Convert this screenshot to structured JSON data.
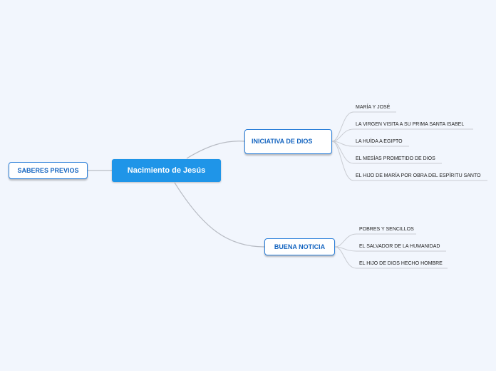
{
  "diagram": {
    "root": {
      "label": "Nacimiento de Jesús"
    },
    "left_topic": {
      "label": "SABERES PREVIOS"
    },
    "topics": [
      {
        "label": "INICIATIVA DE DIOS",
        "children": [
          "MARÍA Y JOSÉ",
          "LA VIRGEN VISITA A SU PRIMA SANTA ISABEL",
          "LA HUÍDA A EGIPTO",
          "EL MESÍAS PROMETIDO DE DIOS",
          "EL HIJO DE MARÍA POR OBRA DEL ESPÍRITU SANTO"
        ]
      },
      {
        "label": "BUENA NOTICIA",
        "children": [
          "POBRES Y SENCILLOS",
          "EL SALVADOR DE LA HUMANIDAD",
          "EL HIJO DE DIOS HECHO HOMBRE"
        ]
      }
    ]
  },
  "colors": {
    "background": "#f2f6fd",
    "root_fill": "#1f95e8",
    "node_border": "#2b7fd9",
    "node_text": "#1565c0",
    "connector": "#b8bcc4"
  }
}
